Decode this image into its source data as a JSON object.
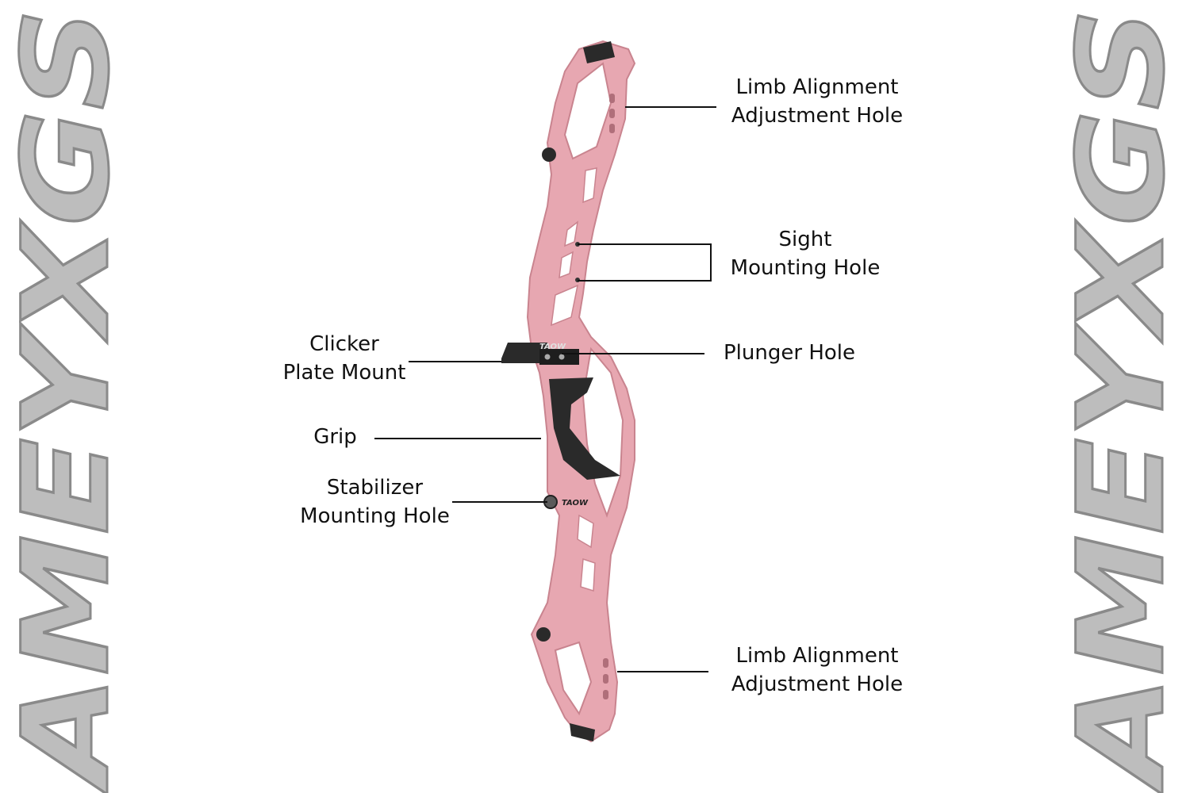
{
  "watermark": {
    "text": "AMEYXGS",
    "fill": "#bdbdbd",
    "outline": "#ffffff",
    "edge": "#8a8a8a"
  },
  "riser": {
    "color": "#e7a7b1",
    "shade": "#c9848f",
    "hole": "#ffffff",
    "grip_color": "#2a2a2a",
    "brand_text": "TAOW"
  },
  "labels": {
    "limb_top": {
      "line1": "Limb Alignment",
      "line2": "Adjustment Hole"
    },
    "sight": {
      "line1": "Sight",
      "line2": "Mounting Hole"
    },
    "clicker": {
      "line1": "Clicker",
      "line2": "Plate Mount"
    },
    "plunger": {
      "line1": "Plunger Hole"
    },
    "grip": {
      "line1": "Grip"
    },
    "stabilizer": {
      "line1": "Stabilizer",
      "line2": "Mounting Hole"
    },
    "limb_bottom": {
      "line1": "Limb Alignment",
      "line2": "Adjustment Hole"
    }
  },
  "colors": {
    "leader": "#111111",
    "text": "#111111"
  }
}
